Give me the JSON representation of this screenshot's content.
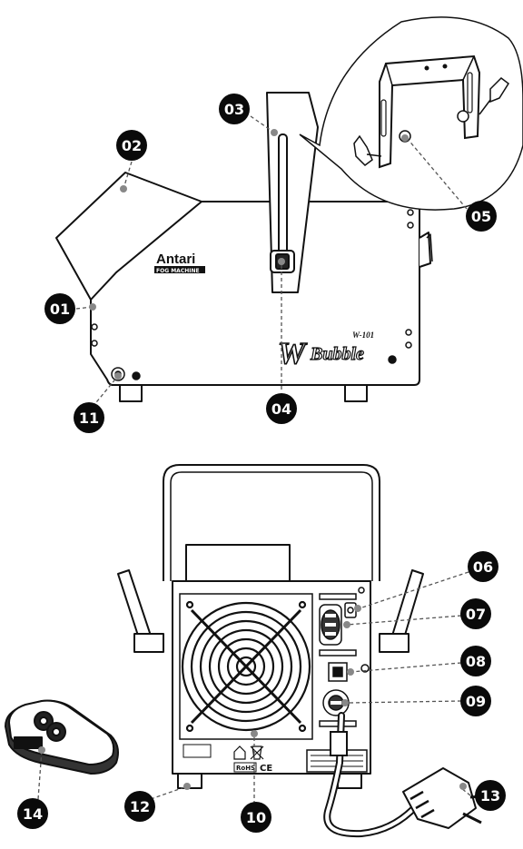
{
  "diagram": {
    "colors": {
      "line": "#111111",
      "badge": "#0a0a0a",
      "badge_text": "#ffffff",
      "leader": "#555555",
      "dot": "#888888"
    },
    "branding": {
      "logo": "Antari",
      "logo_sub": "FOG MACHINE",
      "model_script": "Bubble",
      "model_number": "W-101"
    },
    "marks": {
      "rohs": "RoHS",
      "ce": "CE"
    },
    "callouts": [
      {
        "id": "01",
        "label": "01"
      },
      {
        "id": "02",
        "label": "02"
      },
      {
        "id": "03",
        "label": "03"
      },
      {
        "id": "04",
        "label": "04"
      },
      {
        "id": "05",
        "label": "05"
      },
      {
        "id": "06",
        "label": "06"
      },
      {
        "id": "07",
        "label": "07"
      },
      {
        "id": "08",
        "label": "08"
      },
      {
        "id": "09",
        "label": "09"
      },
      {
        "id": "10",
        "label": "10"
      },
      {
        "id": "11",
        "label": "11"
      },
      {
        "id": "12",
        "label": "12"
      },
      {
        "id": "13",
        "label": "13"
      },
      {
        "id": "14",
        "label": "14"
      }
    ]
  }
}
